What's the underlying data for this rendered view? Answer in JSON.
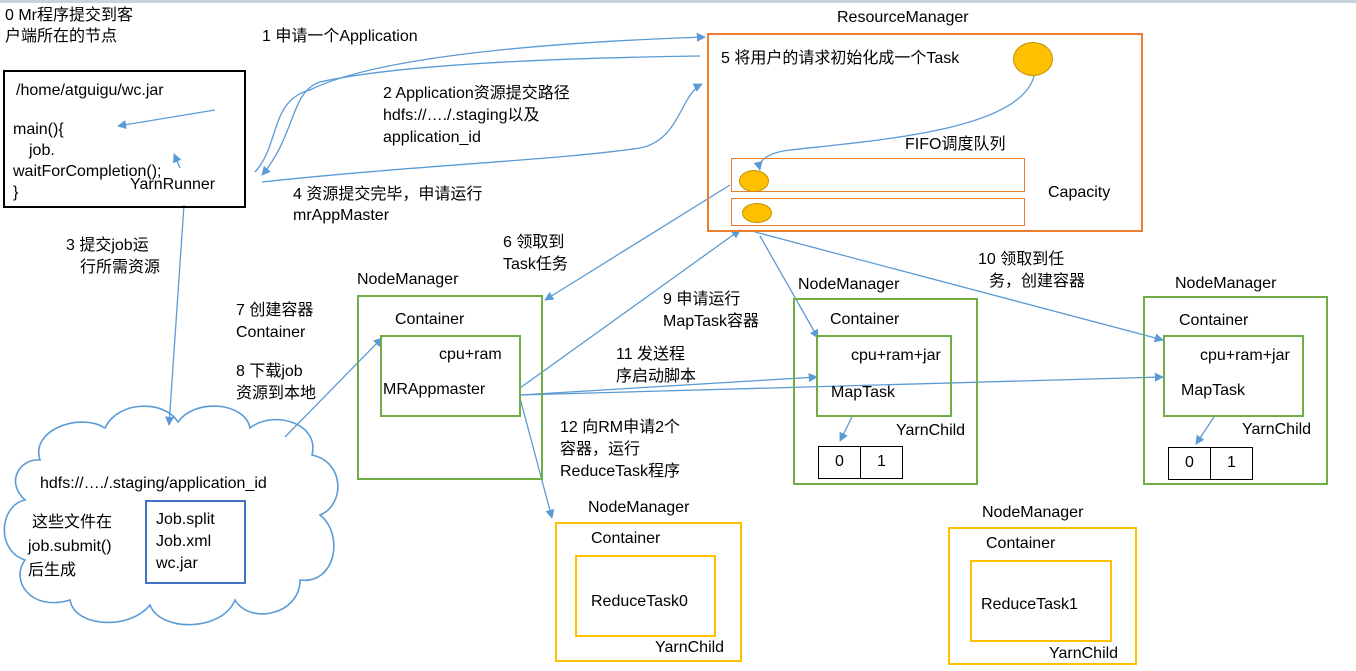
{
  "client": {
    "caption_line1": "0 Mr程序提交到客",
    "caption_line2": "户端所在的节点",
    "jar_path": "/home/atguigu/wc.jar",
    "code_line1": "main(){",
    "code_line2": "job.",
    "code_line3": "waitForCompletion();",
    "code_line4": "}",
    "runner": "YarnRunner"
  },
  "steps": {
    "s1": "1 申请一个Application",
    "s2_line1": "2 Application资源提交路径",
    "s2_line2": "hdfs://…./.staging以及",
    "s2_line3": "application_id",
    "s3_line1": "3 提交job运",
    "s3_line2": "行所需资源",
    "s4_line1": "4 资源提交完毕，申请运行",
    "s4_line2": "mrAppMaster",
    "s6_line1": "6 领取到",
    "s6_line2": "Task任务",
    "s7_line1": "7 创建容器",
    "s7_line2": "Container",
    "s8_line1": "8 下载job",
    "s8_line2": "资源到本地",
    "s9_line1": "9 申请运行",
    "s9_line2": "MapTask容器",
    "s10_line1": "10 领取到任",
    "s10_line2": "务，创建容器",
    "s11_line1": "11 发送程",
    "s11_line2": "序启动脚本",
    "s12_line1": "12 向RM申请2个",
    "s12_line2": "容器，运行",
    "s12_line3": "ReduceTask程序"
  },
  "resource_manager": {
    "title": "ResourceManager",
    "task_label": "5 将用户的请求初始化成一个Task",
    "queue_label": "FIFO调度队列",
    "capacity_label": "Capacity"
  },
  "node_manager_label": "NodeManager",
  "container_label": "Container",
  "yarnchild_label": "YarnChild",
  "app_master": {
    "resources": "cpu+ram",
    "name": "MRAppmaster"
  },
  "map_task": {
    "resources": "cpu+ram+jar",
    "name": "MapTask",
    "slot0": "0",
    "slot1": "1"
  },
  "reduce_tasks": {
    "r0": "ReduceTask0",
    "r1": "ReduceTask1"
  },
  "hdfs": {
    "path": "hdfs://…./.staging/application_id",
    "note_line1": "这些文件在",
    "note_line2": "job.submit()",
    "note_line3": "后生成",
    "file1": "Job.split",
    "file2": "Job.xml",
    "file3": "wc.jar"
  },
  "colors": {
    "arrow": "#5b9bd5",
    "resource_manager_border": "#ed7d31",
    "node_manager_border": "#70ad47",
    "reduce_node_border": "#ffc000",
    "task_dot": "#ffc000",
    "hdfs_file_box": "#4472c4"
  }
}
